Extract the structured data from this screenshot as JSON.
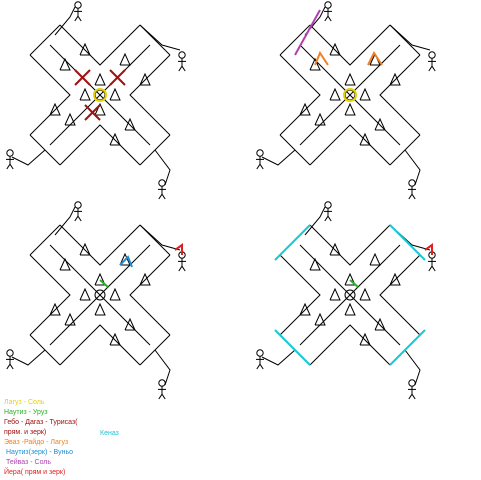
{
  "legend": [
    {
      "text": "Лагуз - Соль",
      "color": "#e6d200"
    },
    {
      "text": "Наутиз - Уруз",
      "color": "#27b327"
    },
    {
      "text": "Гебо - Дагаз - Турисаз(",
      "color": "#a01010"
    },
    {
      "text": "прям. и зерк)",
      "color": "#a01010"
    },
    {
      "text": "Эваз -Райдо - Лагуз",
      "color": "#f08020"
    },
    {
      "text": " Наутиз(зерк) - Вуньо",
      "color": "#1b8fd6"
    },
    {
      "text": " Тейваз - Соль",
      "color": "#b040b0"
    },
    {
      "text": "Йера( прям и зерк)",
      "color": "#e02020"
    }
  ],
  "kenaz_label": {
    "text": "Кеназ",
    "color": "#19c8d8"
  },
  "panels": [
    {
      "id": "top-left",
      "highlight": [
        "tiwaz-sol",
        "gebo-dagaz",
        "laguz-sol"
      ]
    },
    {
      "id": "top-right",
      "highlight": [
        "ehwaz-raido-laguz",
        "laguz-sol",
        "teiwaz-sol"
      ]
    },
    {
      "id": "bottom-left",
      "highlight": [
        "nauthiz-uruz",
        "nauthiz-wunjo",
        "jera"
      ]
    },
    {
      "id": "bottom-right",
      "highlight": [
        "kenaz",
        "nauthiz-uruz",
        "jera"
      ]
    }
  ]
}
